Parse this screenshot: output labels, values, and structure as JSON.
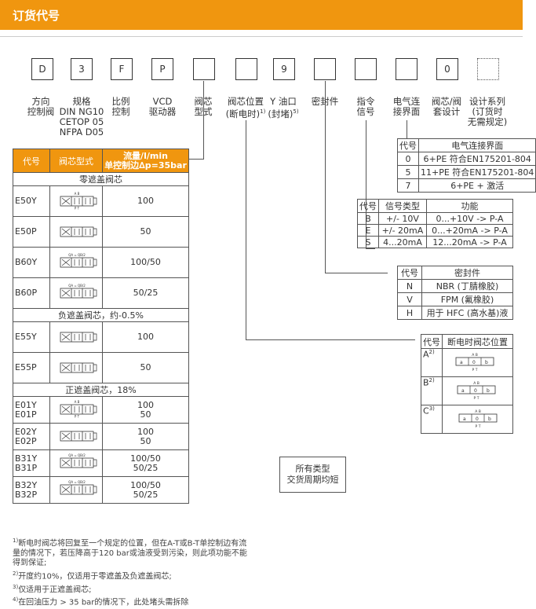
{
  "header": {
    "title": "订货代号"
  },
  "code_boxes": [
    "D",
    "3",
    "F",
    "P",
    "",
    "",
    "9",
    "",
    "",
    "",
    "0",
    ""
  ],
  "code_labels": [
    [
      "方向",
      "控制阀"
    ],
    [
      "规格",
      "DIN NG10",
      "CETOP 05",
      "NFPA D05"
    ],
    [
      "比例",
      "控制"
    ],
    [
      "VCD",
      "驱动器"
    ],
    [
      "阀芯",
      "型式"
    ],
    [
      "阀芯位置",
      "(断电时)"
    ],
    [
      "Y 油口",
      "(封堵)"
    ],
    [
      "密封件"
    ],
    [
      "指令",
      "信号"
    ],
    [
      "电气连",
      "接界面"
    ],
    [
      "阀芯/阀",
      "套设计"
    ],
    [
      "设计系列",
      "(订货时",
      "无需规定)"
    ]
  ],
  "code_label_sups": {
    "5": "1)",
    "6": "5)"
  },
  "spool_table": {
    "headers": [
      "代号",
      "阀芯型式",
      "流量/l/min",
      "单控制边∆p=35bar"
    ],
    "sections": [
      {
        "title": "零遮盖阀芯",
        "rows": [
          {
            "codes": [
              "E50Y"
            ],
            "sym": "AB/PT",
            "flow": [
              "100"
            ]
          },
          {
            "codes": [
              "E50P"
            ],
            "sym": "",
            "flow": [
              "50"
            ]
          },
          {
            "codes": [
              "B60Y"
            ],
            "sym": "QA = QB/2",
            "flow": [
              "100/50"
            ]
          },
          {
            "codes": [
              "B60P"
            ],
            "sym": "QA = QB/2",
            "flow": [
              "50/25"
            ]
          }
        ]
      },
      {
        "title": "负遮盖阀芯，约-0.5%",
        "rows": [
          {
            "codes": [
              "E55Y"
            ],
            "sym": "",
            "flow": [
              "100"
            ]
          },
          {
            "codes": [
              "E55P"
            ],
            "sym": "",
            "flow": [
              "50"
            ]
          }
        ]
      },
      {
        "title": "正遮盖阀芯，18%",
        "rows": [
          {
            "codes": [
              "E01Y",
              "E01P"
            ],
            "sym": "AB/PT",
            "flow": [
              "100",
              "50"
            ]
          },
          {
            "codes": [
              "E02Y",
              "E02P"
            ],
            "sym": "",
            "flow": [
              "100",
              "50"
            ]
          },
          {
            "codes": [
              "B31Y",
              "B31P"
            ],
            "sym": "QA = QB/2",
            "flow": [
              "100/50",
              "50/25"
            ]
          },
          {
            "codes": [
              "B32Y",
              "B32P"
            ],
            "sym": "QA = QB/2",
            "flow": [
              "100/50",
              "50/25"
            ]
          }
        ]
      }
    ]
  },
  "elec_table": {
    "headers": [
      "代号",
      "电气连接界面"
    ],
    "rows": [
      [
        "0",
        "6+PE 符合EN175201-804"
      ],
      [
        "5",
        "11+PE 符合EN175201-804"
      ],
      [
        "7",
        "6+PE + 激活"
      ]
    ]
  },
  "signal_table": {
    "headers": [
      "代号",
      "信号类型",
      "功能"
    ],
    "rows": [
      [
        "B",
        "+/- 10V",
        "0...+10V -> P-A"
      ],
      [
        "E",
        "+/- 20mA",
        "0...+20mA -> P-A"
      ],
      [
        "S",
        "4...20mA",
        "12...20mA -> P-A"
      ]
    ]
  },
  "seal_table": {
    "headers": [
      "代号",
      "密封件"
    ],
    "rows": [
      [
        "N",
        "NBR (丁腈橡胶)"
      ],
      [
        "V",
        "FPM (氟橡胶)"
      ],
      [
        "H",
        "用于 HFC (高水基)液"
      ]
    ]
  },
  "pos_table": {
    "headers": [
      "代号",
      "断电时阀芯位置"
    ],
    "rows": [
      {
        "code": "A",
        "sup": "2)"
      },
      {
        "code": "B",
        "sup": "2)"
      },
      {
        "code": "C",
        "sup": "3)"
      }
    ]
  },
  "delivery_box": [
    "所有类型",
    "交货周期均短"
  ],
  "footnotes": [
    {
      "sup": "1)",
      "lines": [
        "断电时阀芯将回复至一个规定的位置，但在A-T或B-T单控制边有流",
        "量的情况下，若压降高于120 bar或油液受到污染，则此项功能不能",
        "得到保证;"
      ]
    },
    {
      "sup": "2)",
      "lines": [
        "开度约10%，仅适用于零遮盖及负遮盖阀芯;"
      ]
    },
    {
      "sup": "3)",
      "lines": [
        "仅适用于正遮盖阀芯;"
      ]
    },
    {
      "sup": "4)",
      "lines": [
        "在回油压力 > 35 bar的情况下，此处堵头需拆除"
      ]
    }
  ],
  "colors": {
    "accent": "#f0960f",
    "line": "#555555"
  }
}
